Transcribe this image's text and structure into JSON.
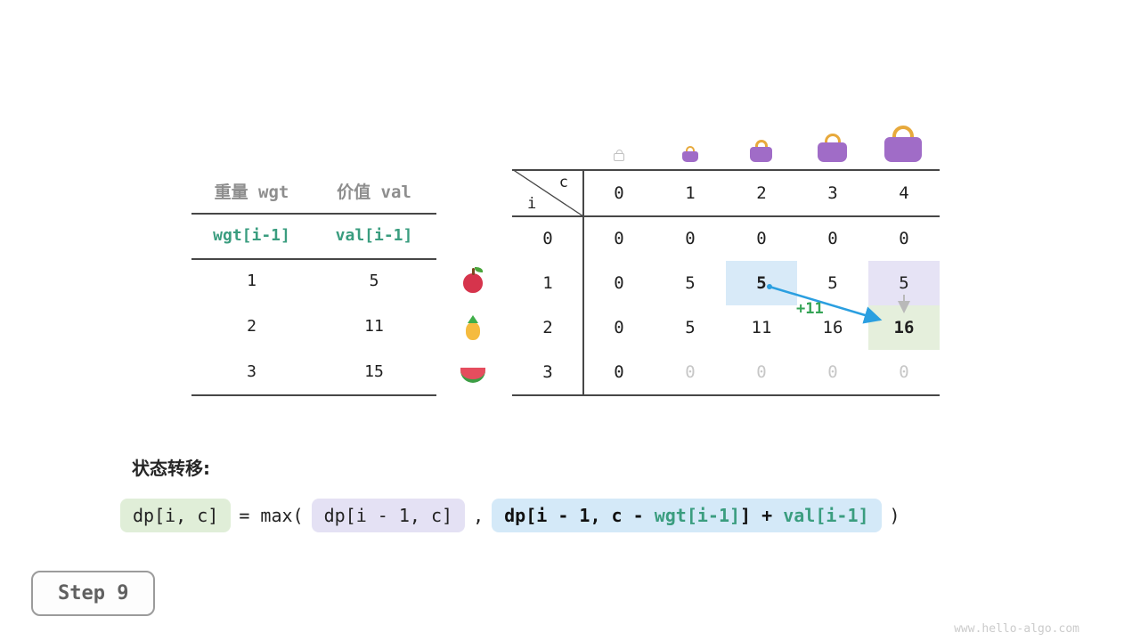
{
  "page": {
    "watermark": "www.hello-algo.com",
    "step_button_label": "Step 9",
    "transition_title": "状态转移:"
  },
  "item_table": {
    "headers": {
      "wgt": "重量 wgt",
      "val": "价值 val"
    },
    "subheaders": {
      "wgt": "wgt[i-1]",
      "val": "val[i-1]"
    },
    "rows": [
      {
        "wgt": "1",
        "val": "5",
        "fruit": "apple"
      },
      {
        "wgt": "2",
        "val": "11",
        "fruit": "pineapple"
      },
      {
        "wgt": "3",
        "val": "15",
        "fruit": "watermelon"
      }
    ]
  },
  "dp_table": {
    "corner": {
      "col": "c",
      "row": "i"
    },
    "col_headers": [
      "0",
      "1",
      "2",
      "3",
      "4"
    ],
    "row_headers": [
      "0",
      "1",
      "2",
      "3"
    ],
    "cells": [
      [
        "0",
        "0",
        "0",
        "0",
        "0"
      ],
      [
        "0",
        "5",
        "5",
        "5",
        "5"
      ],
      [
        "0",
        "5",
        "11",
        "16",
        "16"
      ],
      [
        "0",
        "0",
        "0",
        "0",
        "0"
      ]
    ],
    "arrow_label": "+11",
    "bag_icons": [
      "bag-outline-icon",
      "bag-small-icon",
      "bag-medium-icon",
      "bag-large-icon",
      "bag-xlarge-icon"
    ],
    "fruit_icons": [
      "apple-icon",
      "pineapple-icon",
      "watermelon-icon"
    ]
  },
  "formula": {
    "lhs": "dp[i, c]",
    "op": "= max(",
    "arg1": "dp[i - 1, c]",
    "comma": ",",
    "arg2": {
      "pre": "dp[i - 1, c - ",
      "wgt": "wgt[i-1]",
      "mid": "] + ",
      "val": "val[i-1]"
    },
    "close": ")"
  },
  "colors": {
    "teal": "#3a9d7f",
    "annotation_green": "#35a456",
    "arrow_blue": "#2b9fe0",
    "highlight_blue": "#d8eaf8",
    "highlight_purple": "#e6e3f5",
    "highlight_green": "#e5efdc",
    "bag_purple": "#a06cc7",
    "bag_handle_orange": "#e7a93c"
  }
}
